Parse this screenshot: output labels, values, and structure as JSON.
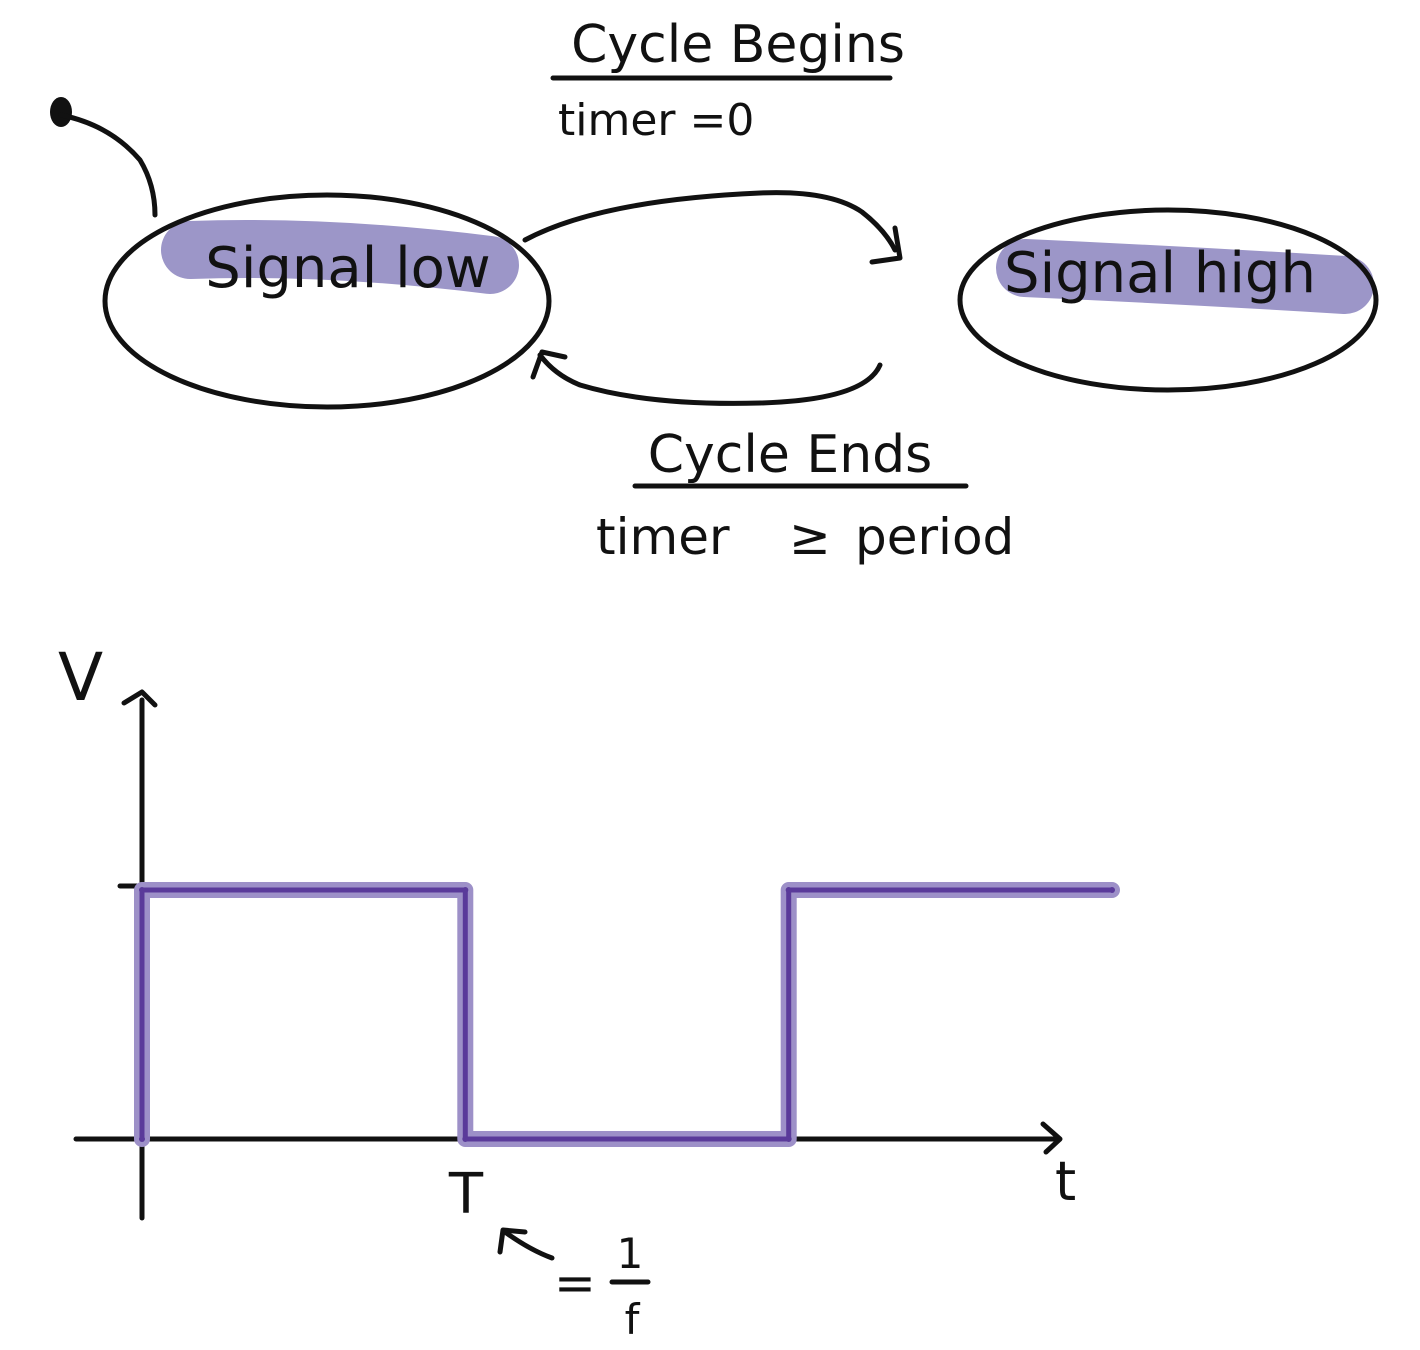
{
  "colors": {
    "ink": "#111111",
    "highlight": "#9c96c8",
    "signal_line": "#5a3a9a",
    "signal_glow": "#9d90c8",
    "background": "#ffffff"
  },
  "states": [
    {
      "id": "low",
      "label": "Signal low"
    },
    {
      "id": "high",
      "label": "Signal high"
    }
  ],
  "transitions": {
    "begin": {
      "title": "Cycle Begins",
      "condition": "timer =0"
    },
    "end": {
      "title": "Cycle Ends",
      "condition_prefix": "timer",
      "condition_op": "≥",
      "condition_suffix": "period"
    }
  },
  "chart_data": {
    "type": "line",
    "title": "",
    "xlabel": "t",
    "ylabel": "V",
    "x_tick_labels": [
      "T"
    ],
    "annotation": {
      "prefix": "=",
      "numerator": "1",
      "denominator": "f"
    },
    "series": [
      {
        "points": [
          [
            0,
            0
          ],
          [
            0,
            1
          ],
          [
            1,
            1
          ],
          [
            1,
            0
          ],
          [
            2,
            0
          ],
          [
            2,
            1
          ],
          [
            3,
            1
          ]
        ]
      }
    ],
    "xlim": [
      0,
      3
    ],
    "ylim": [
      0,
      1
    ],
    "grid": false
  }
}
